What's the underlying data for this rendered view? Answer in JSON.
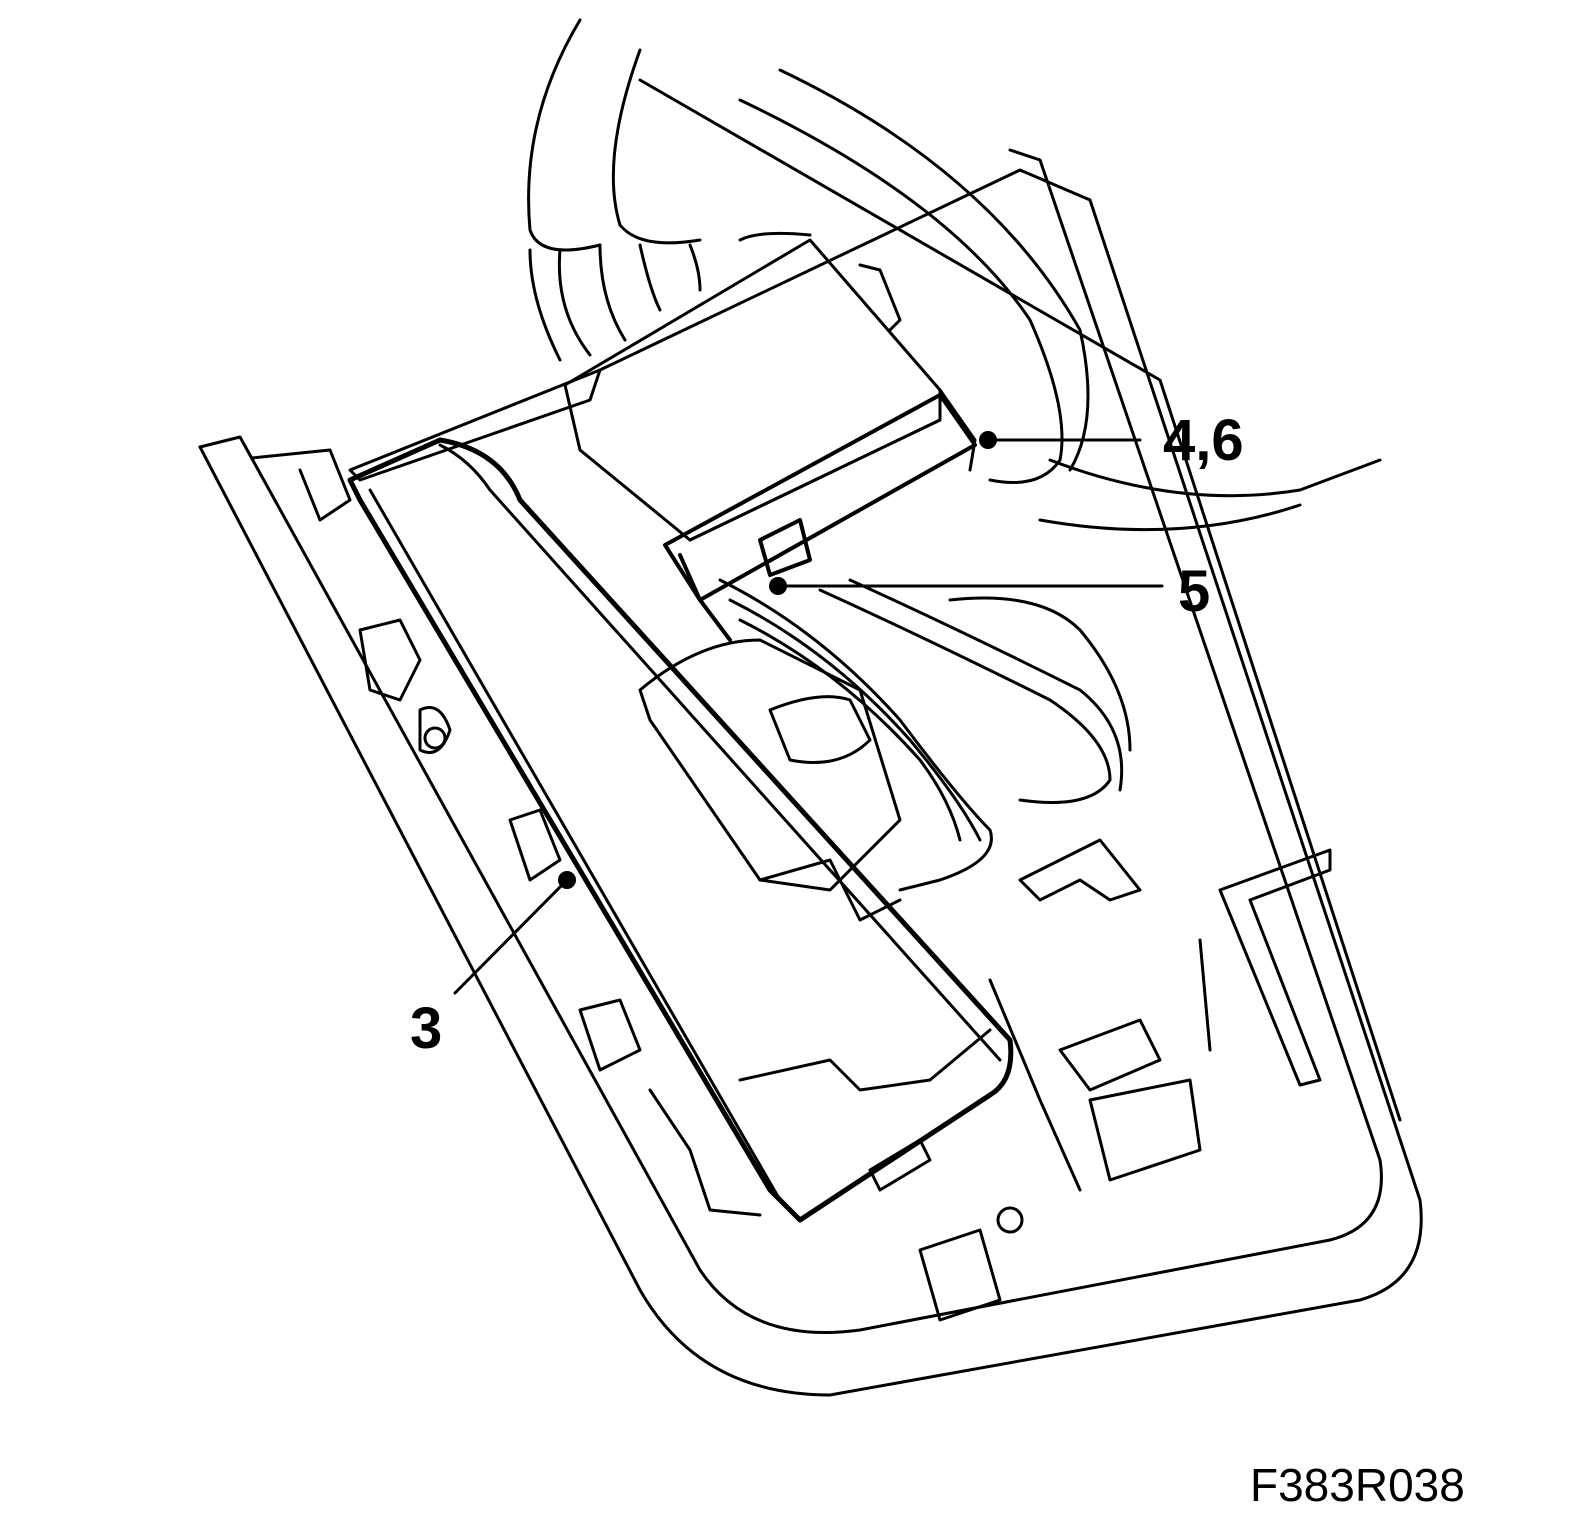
{
  "callouts": {
    "c3": "3",
    "c5": "5",
    "c46": "4,6"
  },
  "figure_id": "F383R038",
  "colors": {
    "line": "#000000",
    "background": "#ffffff"
  }
}
